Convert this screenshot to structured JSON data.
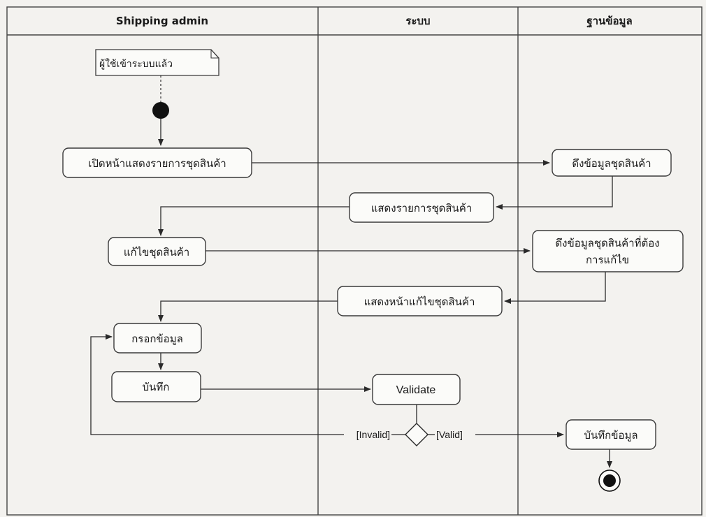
{
  "swimlanes": {
    "lane_1": "Shipping admin",
    "lane_2": "ระบบ",
    "lane_3": "ฐานข้อมูล"
  },
  "note": "ผู้ใช้เข้าระบบแล้ว",
  "activities": {
    "open_bundle_list": "เปิดหน้าแสดงรายการชุดสินค้า",
    "fetch_bundle_data": "ดึงข้อมูลชุดสินค้า",
    "show_bundle_list": "แสดงรายการชุดสินค้า",
    "edit_bundle": "แก้ไขชุดสินค้า",
    "fetch_edit_data_line1": "ดึงข้อมูลชุดสินค้าที่ต้อง",
    "fetch_edit_data_line2": "การแก้ไข",
    "show_edit_page": "แสดงหน้าแก้ไขชุดสินค้า",
    "fill_data": "กรอกข้อมูล",
    "save": "บันทึก",
    "validate": "Validate",
    "save_data": "บันทึกข้อมูล"
  },
  "guards": {
    "invalid": "[Invalid]",
    "valid": "[Valid]"
  },
  "colors": {
    "background": "#f3f2ef",
    "box_fill": "#fbfbf9",
    "stroke": "#2a2a2a"
  }
}
